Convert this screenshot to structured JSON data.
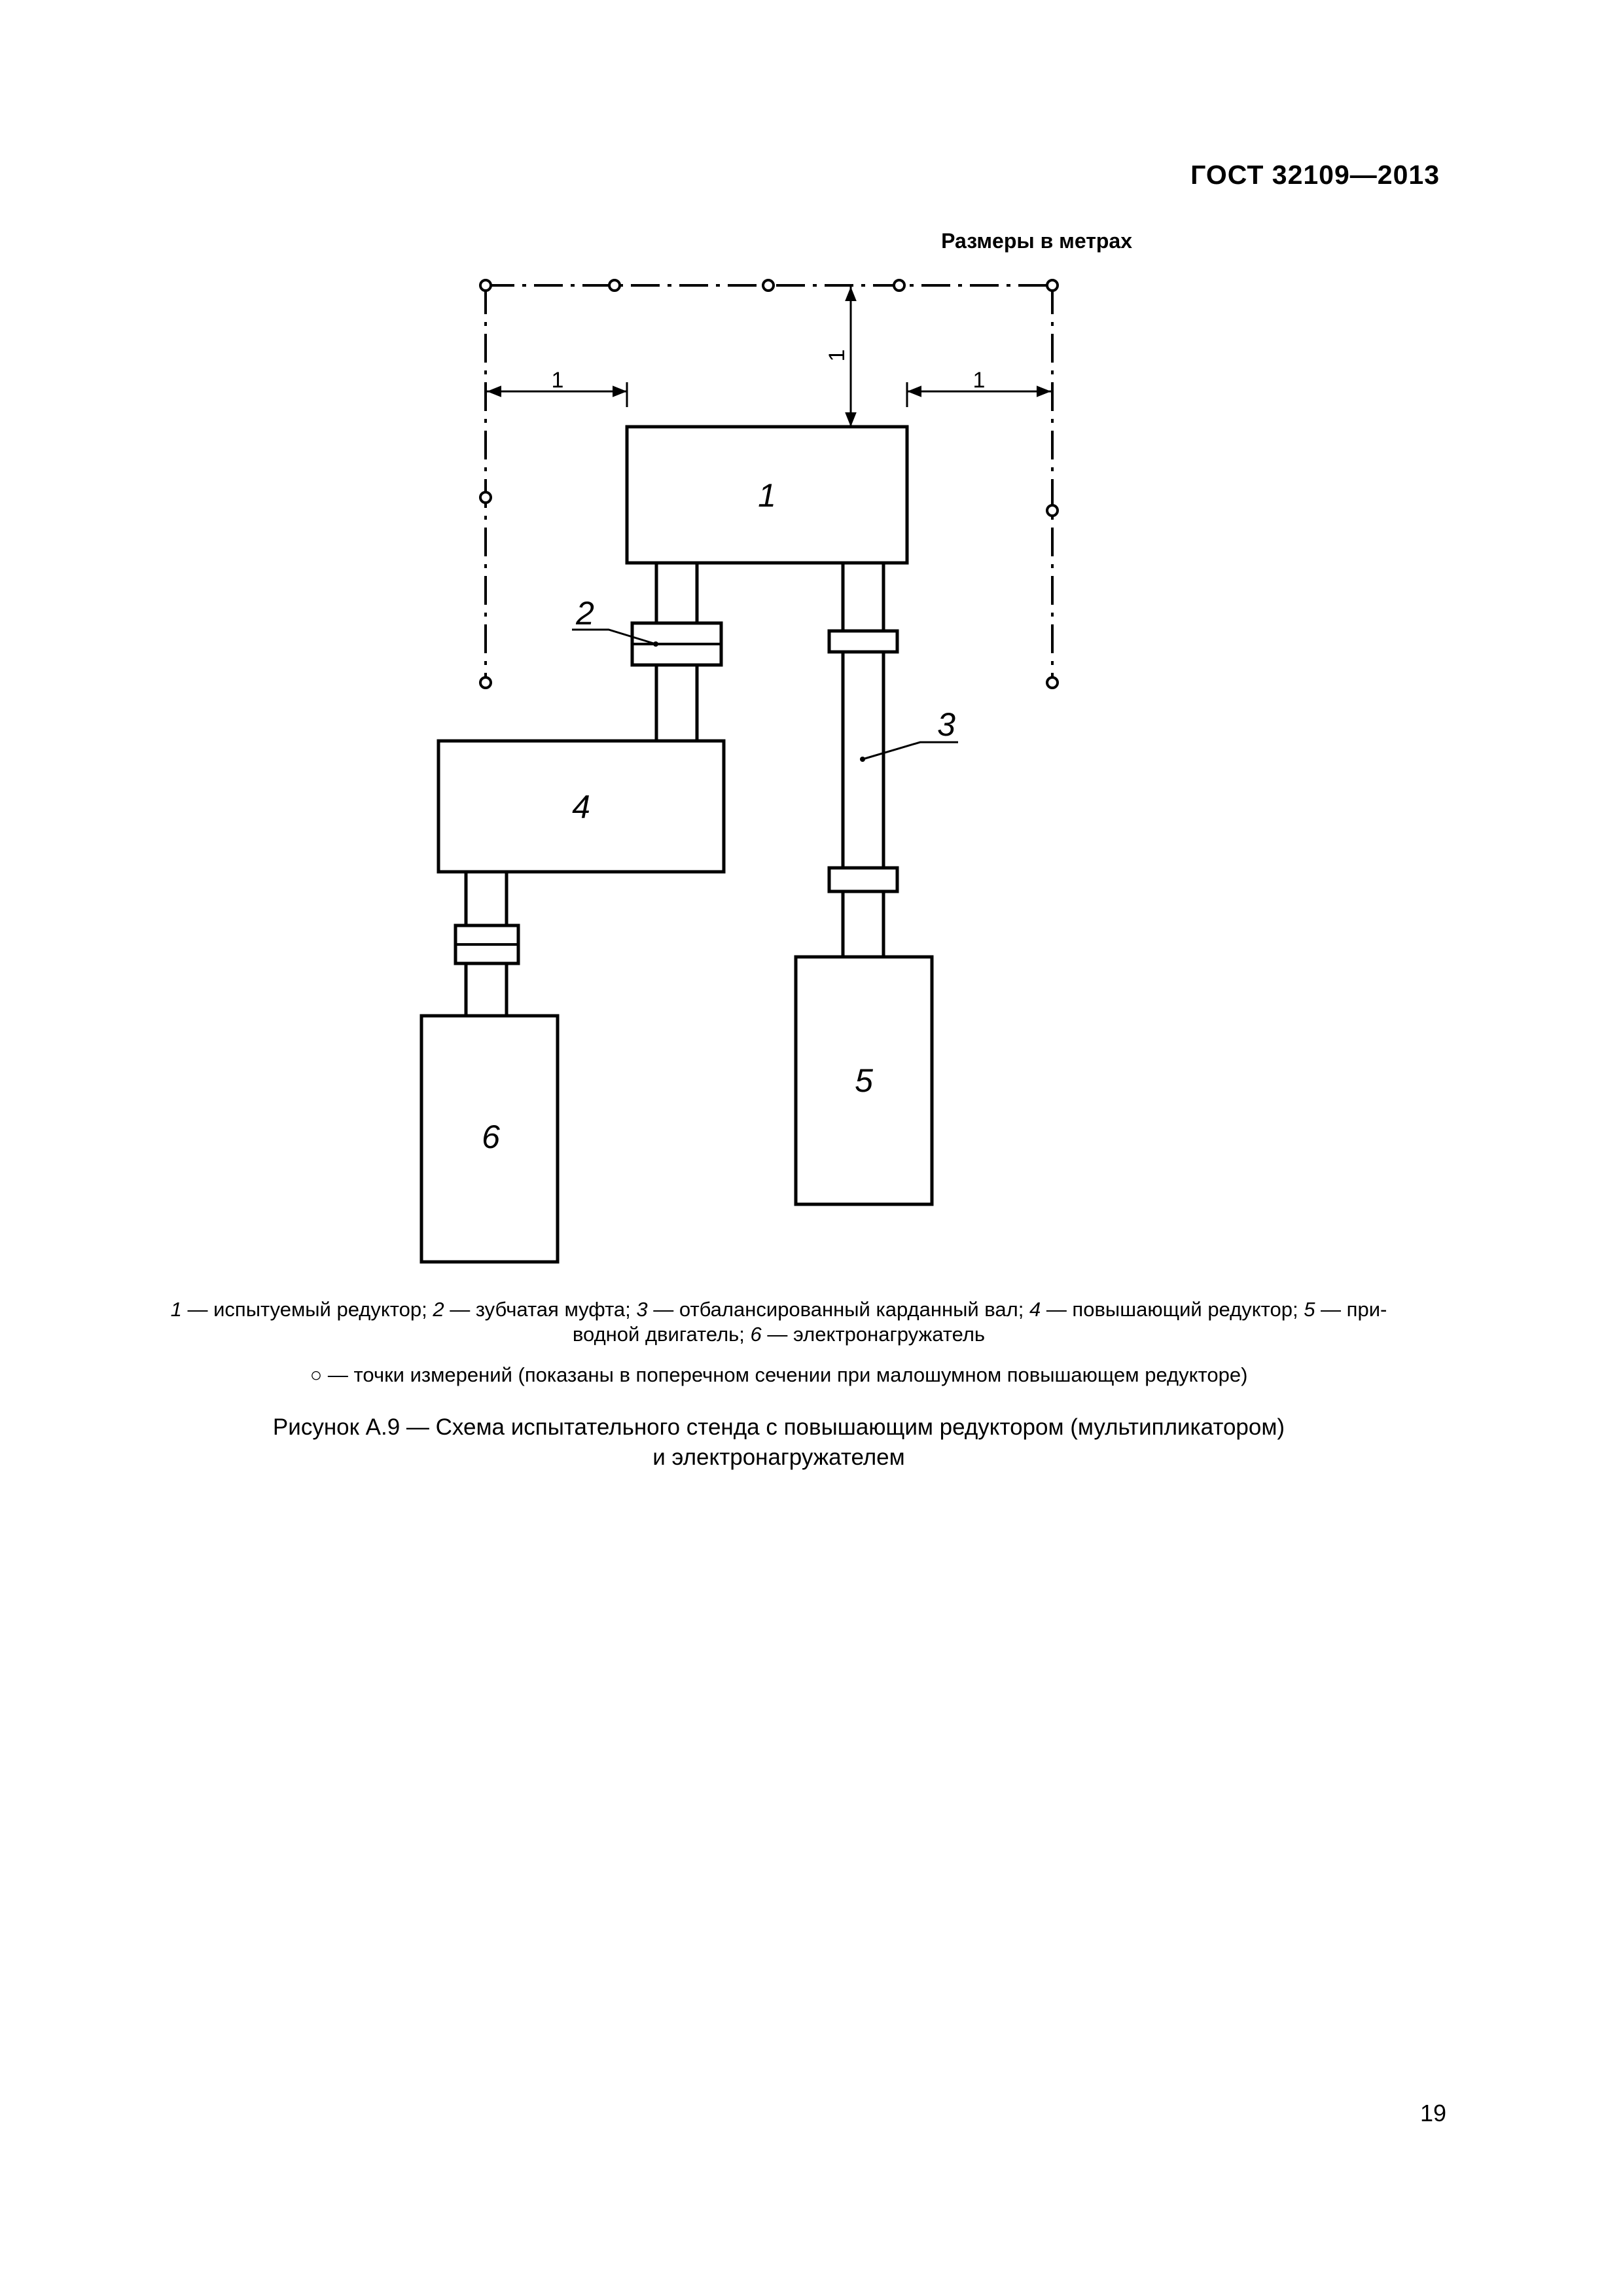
{
  "header": {
    "standard": "ГОСТ 32109—2013"
  },
  "units_note": "Размеры в метрах",
  "figure": {
    "dimension_labels": {
      "left": "1",
      "right": "1",
      "top": "1"
    },
    "component_labels": {
      "c1": "1",
      "c2": "2",
      "c3": "3",
      "c4": "4",
      "c5": "5",
      "c6": "6"
    }
  },
  "legend": {
    "items": [
      {
        "num": "1",
        "text": " — испытуемый редуктор; "
      },
      {
        "num": "2",
        "text": " — зубчатая муфта; "
      },
      {
        "num": "3",
        "text": " — отбалансированный карданный вал; "
      },
      {
        "num": "4",
        "text": " — повышающий редуктор; "
      },
      {
        "num": "5",
        "text": " — при-"
      }
    ],
    "line2_text_a": "водной двигатель; ",
    "line2_num": "6",
    "line2_text_b": " — электронагружатель",
    "points_note": "○ — точки измерений (показаны в поперечном сечении при малошумном повышающем редукторе)"
  },
  "caption": {
    "line1": "Рисунок  А.9 — Схема испытательного стенда с повышающим редуктором (мультипликатором)",
    "line2": "и электронагружателем"
  },
  "page_number": "19"
}
